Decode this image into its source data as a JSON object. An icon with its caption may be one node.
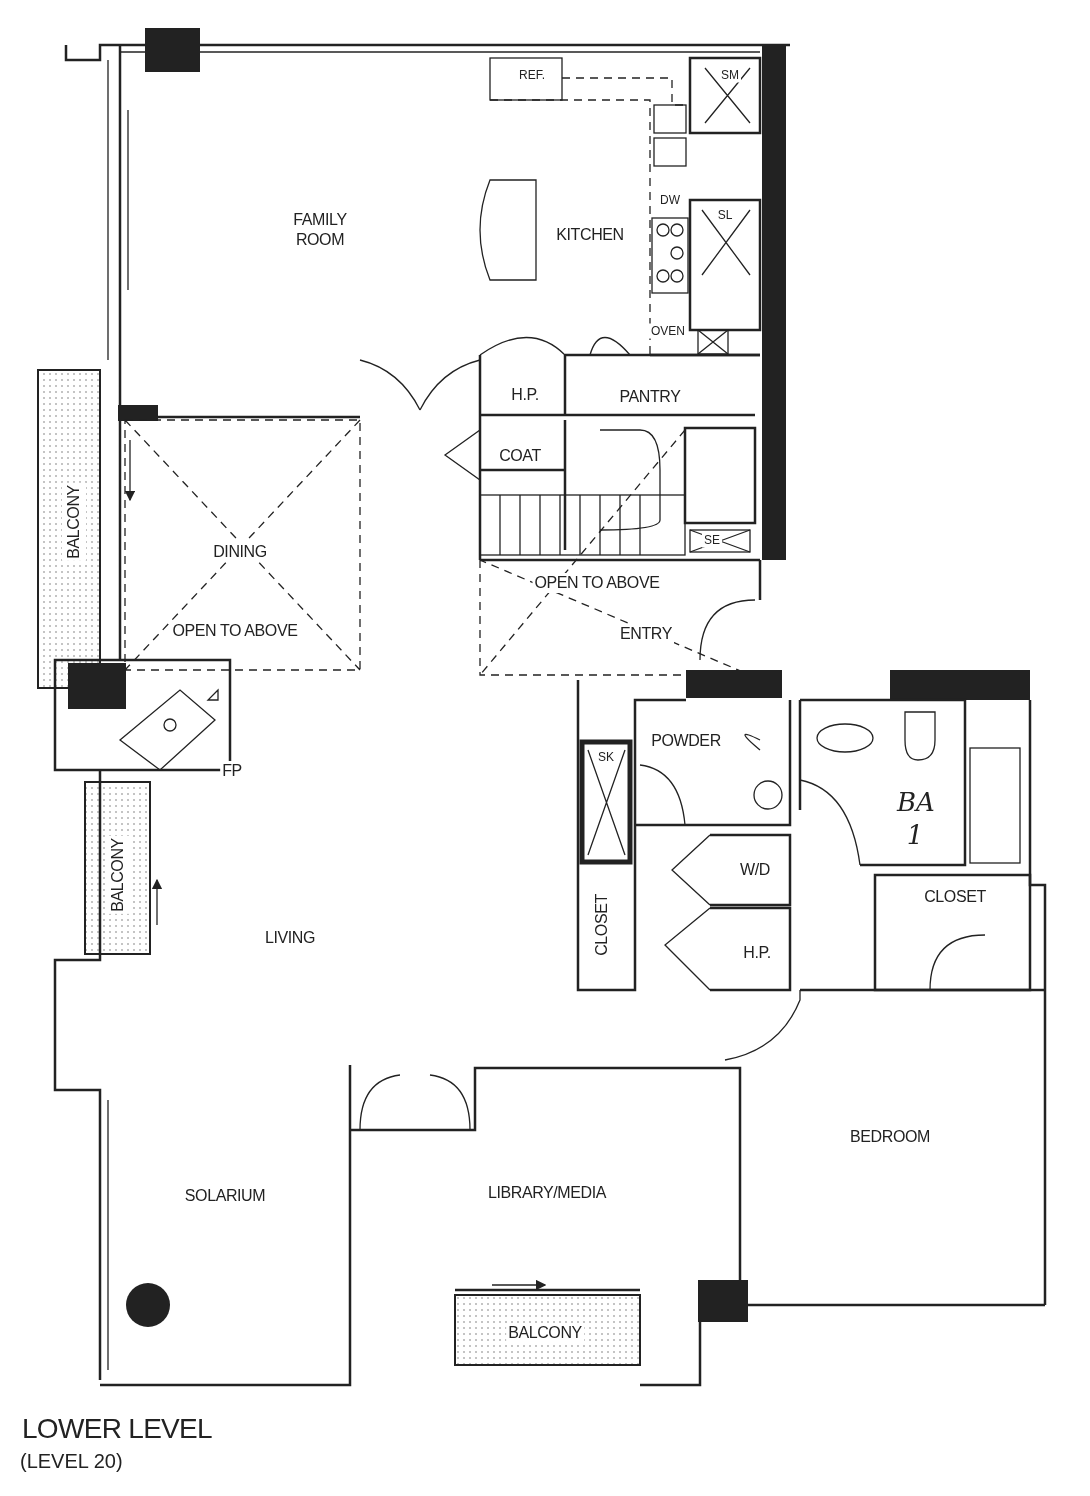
{
  "diagram": {
    "title": "LOWER LEVEL",
    "caption": "(LEVEL 20)",
    "labels": [
      "REF.",
      "SM",
      "FAMILY ROOM",
      "KITCHEN",
      "DW",
      "SL",
      "OVEN",
      "H.P.",
      "PANTRY",
      "COAT",
      "BALCONY",
      "DINING",
      "SE",
      "OPEN TO ABOVE",
      "ENTRY",
      "OPEN TO ABOVE",
      "POWDER",
      "SK",
      "FP",
      "BA 1",
      "W/D",
      "BALCONY",
      "CLOSET",
      "CLOSET",
      "LIVING",
      "H.P.",
      "BEDROOM",
      "LIBRARY/MEDIA",
      "SOLARIUM",
      "BALCONY"
    ]
  }
}
